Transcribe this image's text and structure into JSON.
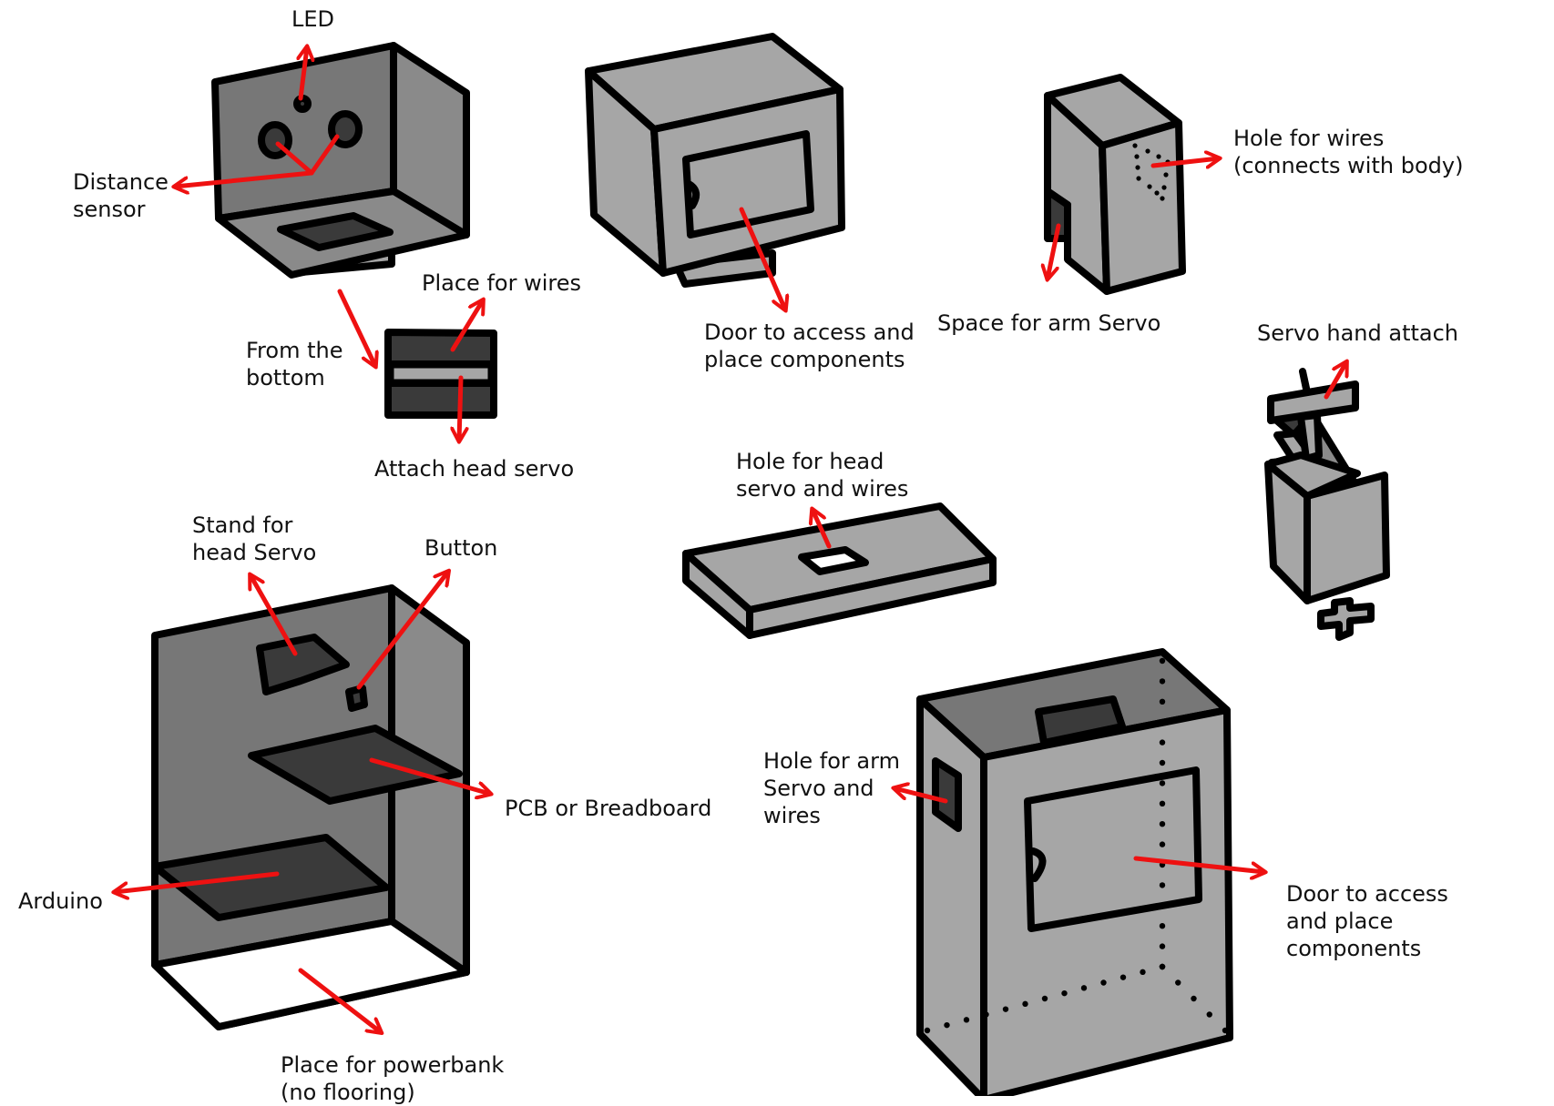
{
  "labels": {
    "led": "LED",
    "distance_sensor": [
      "Distance",
      "sensor"
    ],
    "place_for_wires": "Place for wires",
    "from_the_bottom": [
      "From the",
      "bottom"
    ],
    "attach_head_servo": "Attach head servo",
    "door_top": [
      "Door to access and",
      "place components"
    ],
    "hole_for_wires": [
      "Hole for wires",
      "(connects with body)"
    ],
    "space_for_arm_servo": "Space for arm Servo",
    "servo_hand_attach": "Servo hand attach",
    "hole_for_head_servo": [
      "Hole for head",
      "servo and wires"
    ],
    "stand_for_head_servo": [
      "Stand for",
      "head Servo"
    ],
    "button": "Button",
    "pcb_or_breadboard": "PCB or Breadboard",
    "arduino": "Arduino",
    "place_for_powerbank": [
      "Place for powerbank",
      "(no flooring)"
    ],
    "hole_for_arm_servo": [
      "Hole for arm",
      "Servo and",
      "wires"
    ],
    "door_body": [
      "Door to access",
      "and place",
      "components"
    ]
  },
  "colors": {
    "outline": "#000000",
    "light_face": "#a6a6a6",
    "mid_face": "#8a8a8a",
    "dark_face": "#777777",
    "darkest_face": "#3a3a3a",
    "arrow": "#ee1111"
  }
}
